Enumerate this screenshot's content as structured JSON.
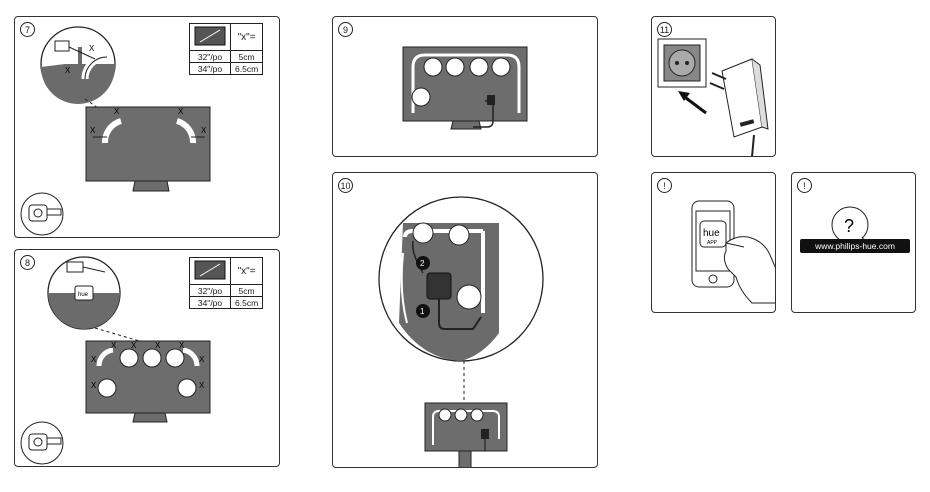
{
  "steps": {
    "s7": "7",
    "s8": "8",
    "s9": "9",
    "s10": "10",
    "s11": "11",
    "n1": "!",
    "n2": "!"
  },
  "size_table": {
    "header": "\"x\"=",
    "rows": [
      {
        "size": "32\"/po",
        "value": "5cm"
      },
      {
        "size": "34\"/po",
        "value": "6.5cm"
      }
    ]
  },
  "marker": "X",
  "bulb_label": "hue",
  "callouts": {
    "one": "1",
    "two": "2"
  },
  "app": {
    "name": "hue",
    "sub": "APP"
  },
  "help": {
    "symbol": "?",
    "url": "www.philips-hue.com"
  }
}
